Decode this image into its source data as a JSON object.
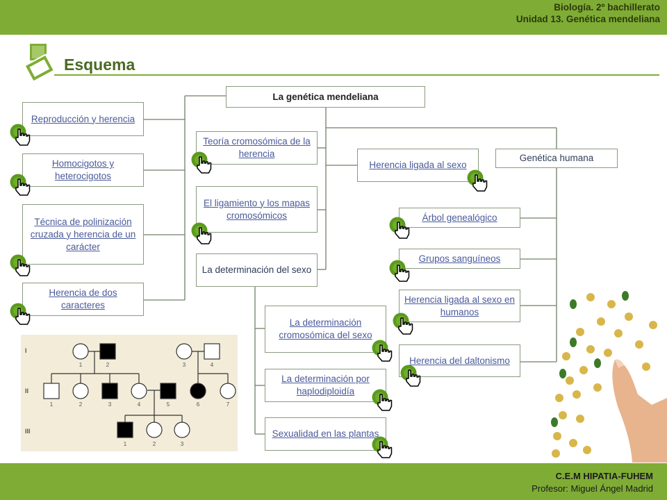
{
  "header": {
    "line1": "Biología. 2º bachillerato",
    "line2": "Unidad 13. Genética mendeliana"
  },
  "title": "Esquema",
  "root": "La genética mendeliana",
  "left_column": [
    "Reproducción y herencia",
    "Homocigotos y heterocigotos",
    "Técnica de polinización cruzada y herencia de un carácter",
    "Herencia de dos caracteres"
  ],
  "middle_column": [
    "Teoría cromosómica de la herencia",
    "El ligamiento y los mapas cromosómicos",
    "La determinación del sexo"
  ],
  "sex_determination": [
    "La determinación cromosómica del sexo",
    "La determinación por haplodiploidía",
    "Sexualidad en las plantas"
  ],
  "sex_linked": "Herencia ligada al sexo",
  "human_genetics": {
    "title": "Genética humana",
    "items": [
      "Árbol genealógico",
      "Grupos sanguíneos",
      "Herencia ligada al sexo en humanos",
      "Herencia del daltonismo"
    ]
  },
  "pedigree": {
    "generations": [
      "I",
      "II",
      "III"
    ],
    "gen1": [
      "1",
      "2",
      "3",
      "4"
    ],
    "gen2": [
      "1",
      "2",
      "3",
      "4",
      "5",
      "6",
      "7"
    ],
    "gen3": [
      "1",
      "2",
      "3"
    ]
  },
  "footer": {
    "school": "C.E.M HIPATIA-FUHEM",
    "teacher": "Profesor: Miguel Ángel Madrid"
  },
  "colors": {
    "accent": "#7fac35",
    "link": "#4a5a9a",
    "border": "#8a9a80"
  }
}
